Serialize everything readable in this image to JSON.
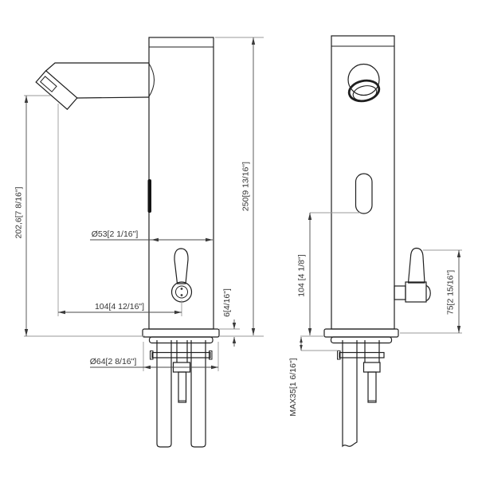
{
  "colors": {
    "background": "#ffffff",
    "object_line": "#1f1f1f",
    "dimension_line": "#4a4a4a",
    "extension_line": "#9a9a9a",
    "text": "#333333"
  },
  "side_view": {
    "dim_outlet_height": "202,6[7 8/16\"]",
    "dim_body_diameter": "Ø53[2 1/16\"]",
    "dim_spout_reach": "104[4 12/16\"]",
    "dim_base_height": "6[4/16\"]",
    "dim_total_height": "250[9 13/16\"]",
    "dim_flange_diameter": "Ø64[2 8/16\"]"
  },
  "front_view": {
    "dim_sensor_height": "104 [4 1/8\"]",
    "dim_max_deck": "MAX35[1 6/16\"]",
    "dim_handle_height": "75[2 15/16\"]"
  }
}
